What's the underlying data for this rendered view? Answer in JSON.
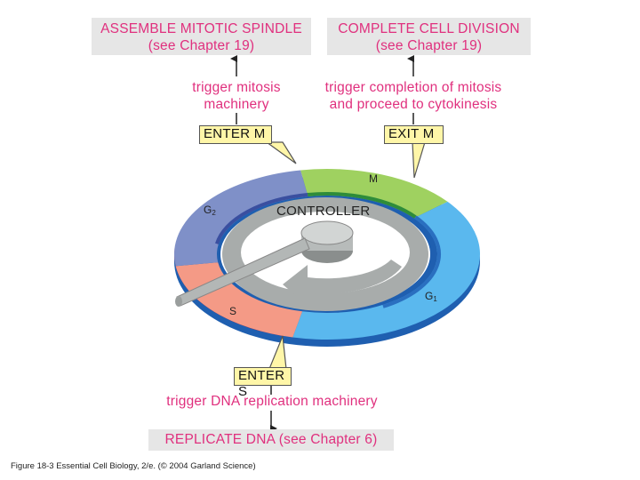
{
  "boxes": {
    "spindle": {
      "title": "ASSEMBLE MITOTIC SPINDLE",
      "sub": "(see Chapter 19)"
    },
    "division": {
      "title": "COMPLETE CELL DIVISION",
      "sub": "(see Chapter 19)"
    },
    "replicate": {
      "title": "REPLICATE DNA  (see Chapter 6)"
    }
  },
  "triggers": {
    "mitosis_line1": "trigger mitosis",
    "mitosis_line2": "machinery",
    "completion_line1": "trigger completion of mitosis",
    "completion_line2": "and proceed to cytokinesis",
    "dna": "trigger DNA replication machinery"
  },
  "checkpoints": {
    "enter_m": "ENTER M",
    "exit_m": "EXIT M",
    "enter_s": "ENTER S"
  },
  "phases": {
    "m": "M",
    "g2": "G2",
    "g1": "G1",
    "s": "S",
    "controller": "CONTROLLER"
  },
  "colors": {
    "m": "#9fd160",
    "g2": "#7f90c8",
    "g1": "#5ab8ee",
    "s": "#f49a86",
    "magenta": "#e0307e",
    "label_fill": "#fff6a8"
  },
  "caption": "Figure 18-3  Essential Cell Biology, 2/e. (© 2004 Garland Science)"
}
